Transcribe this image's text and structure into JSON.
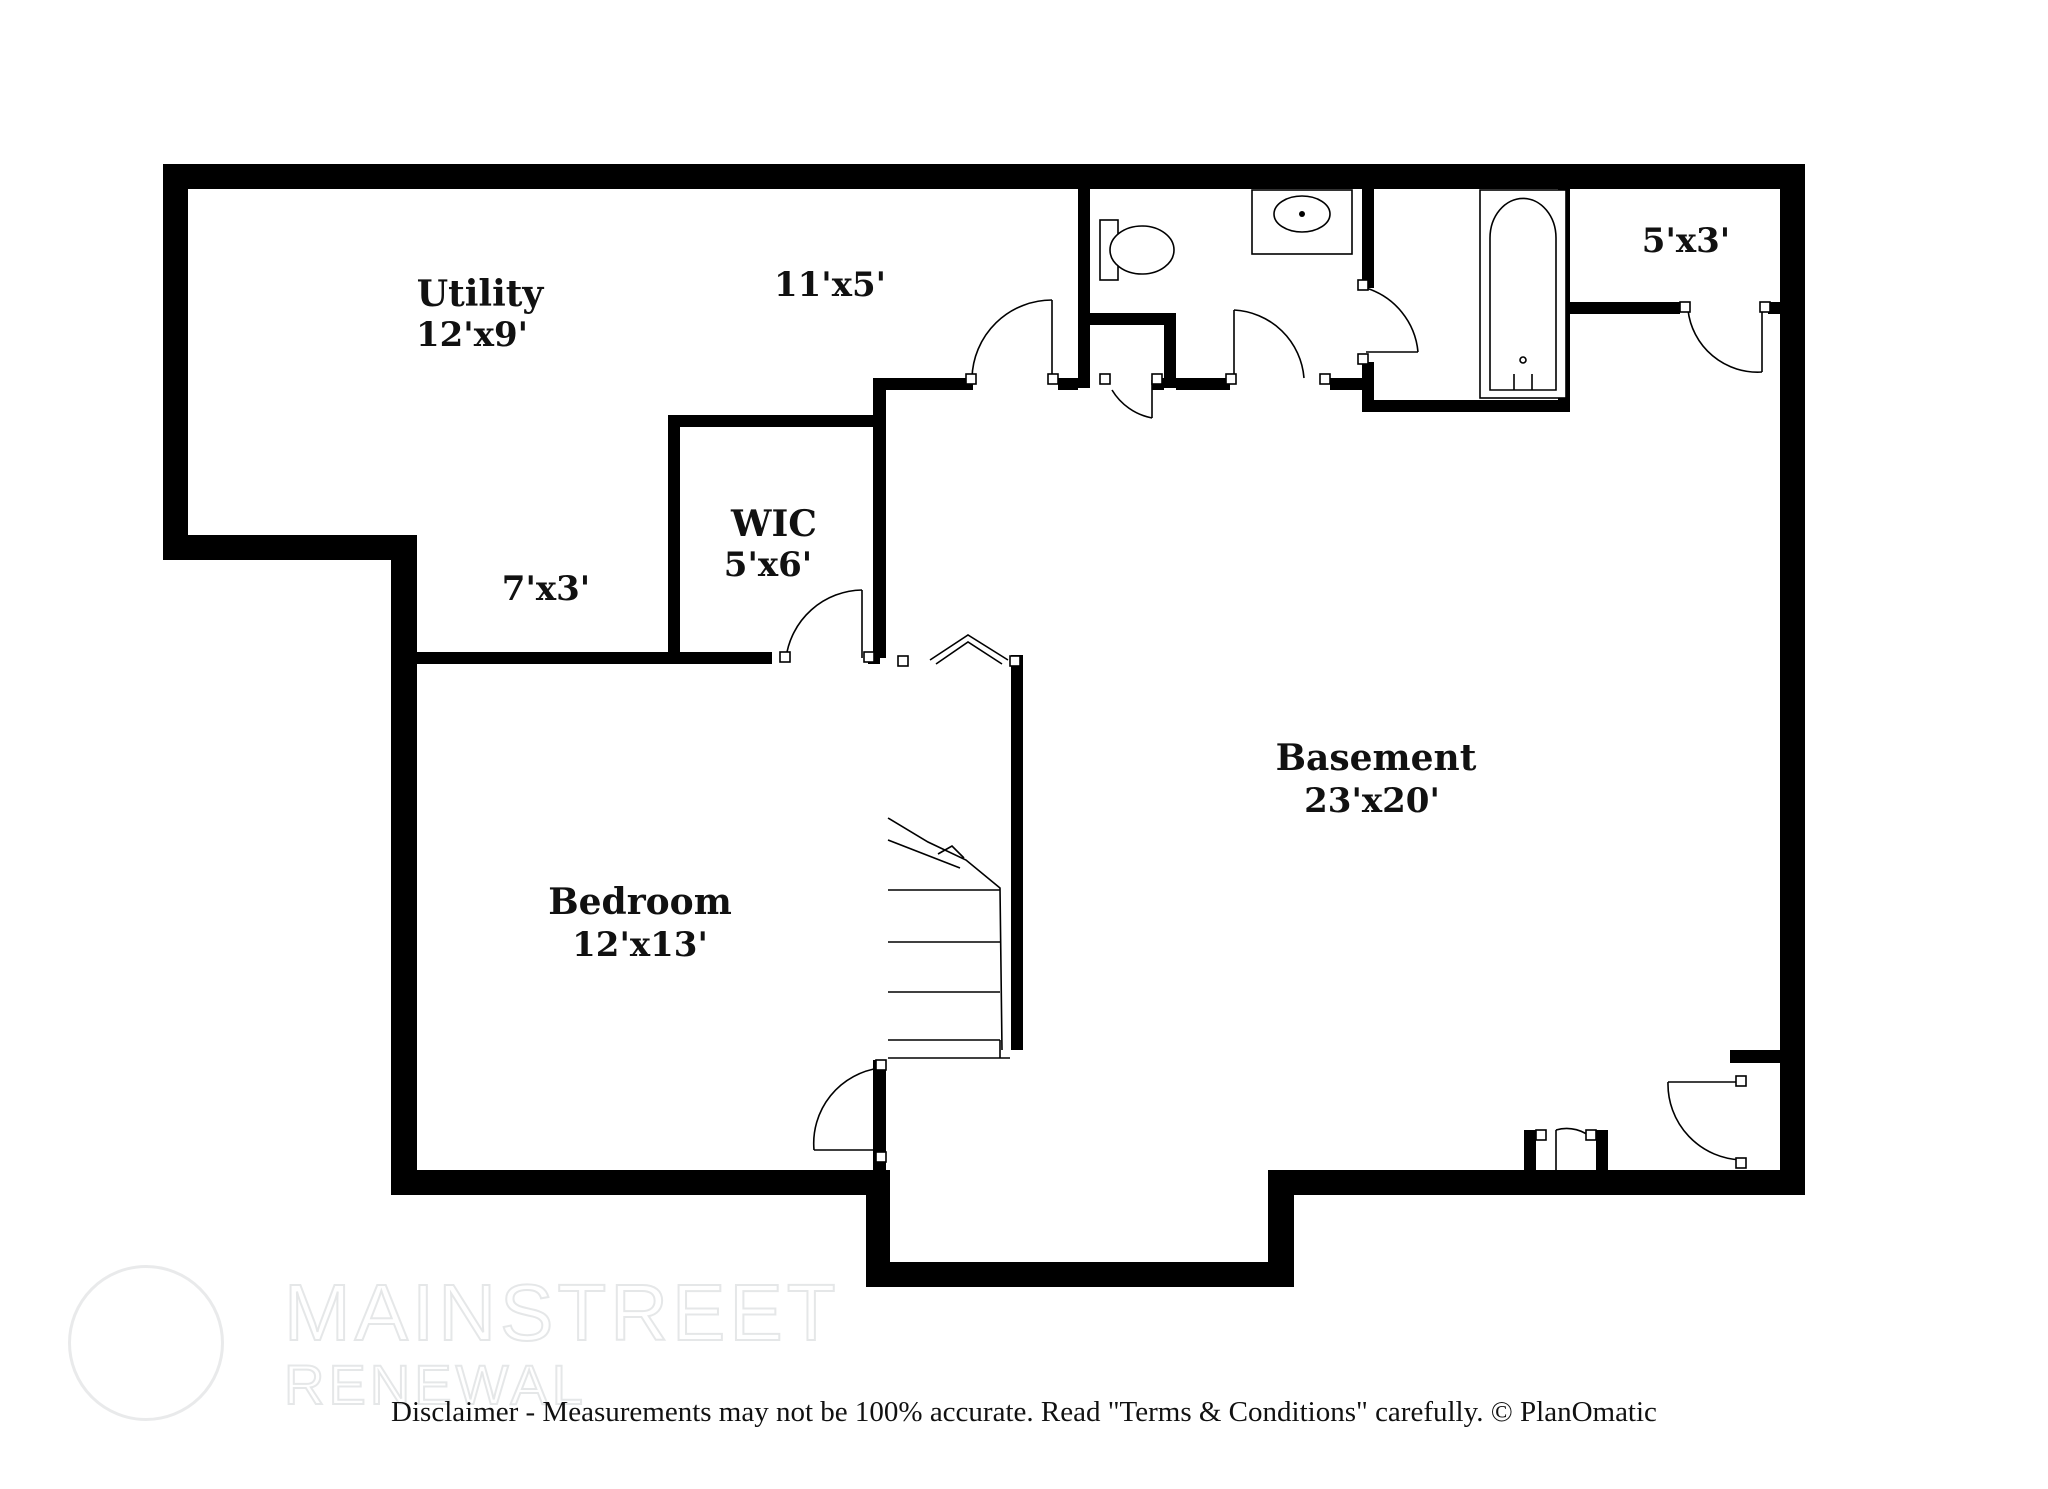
{
  "rooms": {
    "utility": {
      "name": "Utility",
      "dims": "12'x9'"
    },
    "utility_nook": {
      "dims": "11'x5'"
    },
    "hall_nook": {
      "dims": "7'x3'"
    },
    "wic": {
      "name": "WIC",
      "dims": "5'x6'"
    },
    "closet": {
      "dims": "5'x3'"
    },
    "basement": {
      "name": "Basement",
      "dims": "23'x20'"
    },
    "bedroom": {
      "name": "Bedroom",
      "dims": "12'x13'"
    }
  },
  "watermark": {
    "line1": "MAINSTREET",
    "line2": "RENEWAL"
  },
  "disclaimer": "Disclaimer - Measurements may not be 100% accurate. Read \"Terms & Conditions\" carefully. © PlanOmatic"
}
